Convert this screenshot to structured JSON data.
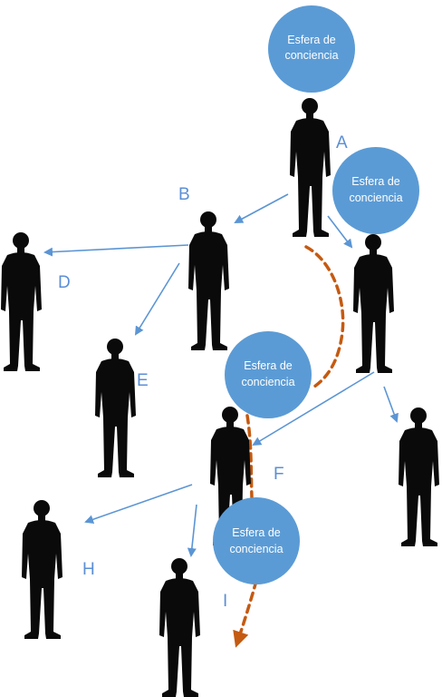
{
  "colors": {
    "sphere_fill": "#5b9bd5",
    "arrow_blue": "#5b95d4",
    "arrow_orange": "#c55a11",
    "label_blue": "#5b8fd6",
    "silhouette": "#0a0a0a"
  },
  "spheres": [
    {
      "line1": "Esfera de",
      "line2": "conciencia"
    },
    {
      "line1": "Esfera de",
      "line2": "conciencia"
    },
    {
      "line1": "Esfera de",
      "line2": "conciencia"
    },
    {
      "line1": "Esfera de",
      "line2": "conciencia"
    }
  ],
  "labels": {
    "A": "A",
    "B": "B",
    "D": "D",
    "E": "E",
    "F": "F",
    "H": "H",
    "I": "I"
  }
}
